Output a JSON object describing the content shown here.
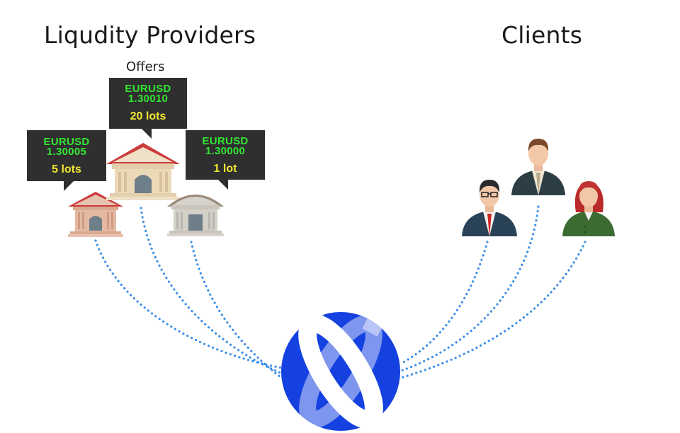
{
  "headings": {
    "providers": "Liqudity Providers",
    "clients": "Clients"
  },
  "offers_label": "Offers",
  "offers": [
    {
      "pair": "EURUSD",
      "price": "1.30005",
      "lots": "5 lots"
    },
    {
      "pair": "EURUSD",
      "price": "1.30010",
      "lots": "20 lots"
    },
    {
      "pair": "EURUSD",
      "price": "1.30000",
      "lots": "1 lot"
    }
  ],
  "icons": {
    "banks": [
      "bank-red-icon",
      "bank-beige-icon",
      "bank-grey-icon"
    ],
    "clients": [
      "businessman-glasses-icon",
      "businessman-icon",
      "businesswoman-icon"
    ],
    "hub": "exchange-hub-globe-icon"
  },
  "colors": {
    "offer_bg": "#2f2f2f",
    "offer_price": "#33e633",
    "offer_lots": "#f2e832",
    "connection": "#3b8ee8",
    "hub": "#1441e0"
  }
}
